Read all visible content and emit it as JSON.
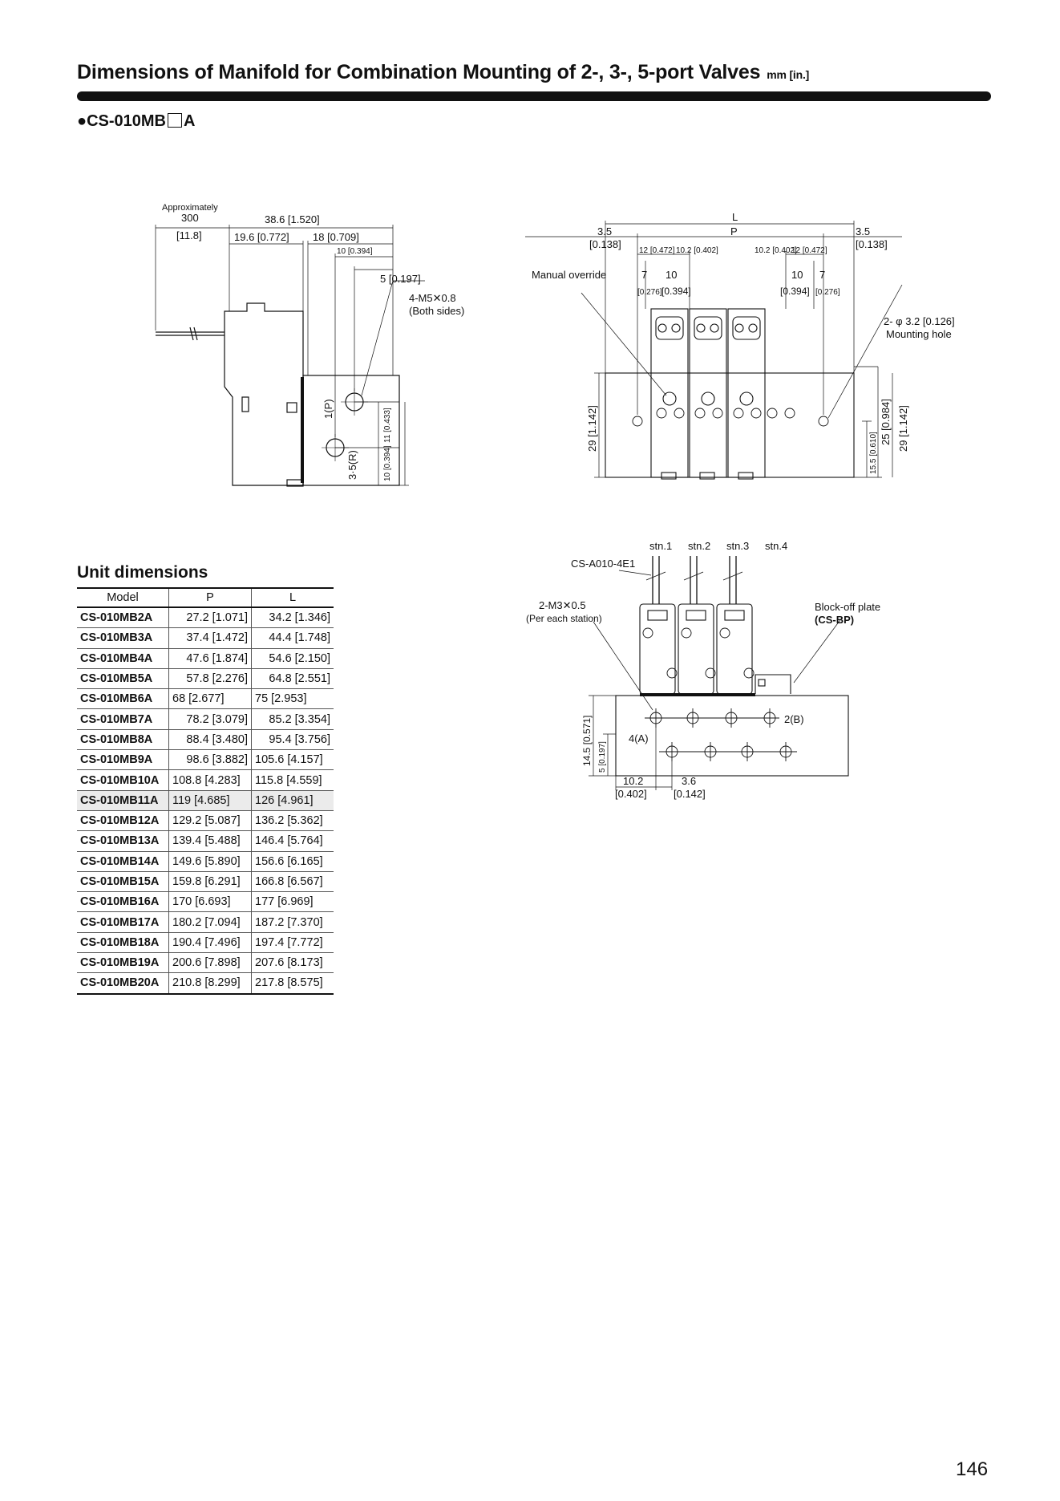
{
  "header": {
    "title": "Dimensions of Manifold for Combination Mounting of 2-, 3-, 5-port Valves",
    "unit": "mm [in.]",
    "model_prefix": "●CS-010MB",
    "model_suffix": "A"
  },
  "side_view": {
    "approx_label": "Approximately",
    "approx_mm": "300",
    "approx_in": "[11.8]",
    "dim_total": "38.6 [1.520]",
    "dim_a": "19.6 [0.772]",
    "dim_b": "18 [0.709]",
    "dim_c": "10 [0.394]",
    "dim_d": "5 [0.197]",
    "thread": "4-M5✕0.8",
    "thread_note": "(Both sides)",
    "port1": "1(P)",
    "port35": "3·5(R)",
    "dim_v1": "11 [0.433]",
    "dim_v2": "10 [0.394]"
  },
  "front_view": {
    "L": "L",
    "P": "P",
    "end_mm": "3.5",
    "end_in": "[0.138]",
    "d12": "12 [0.472]",
    "d102": "10.2 [0.402]",
    "d7": "7",
    "d7in": "[0.276]",
    "d10": "10",
    "d10in": "[0.394]",
    "manual_override": "Manual override",
    "mount_hole": "2- φ 3.2 [0.126]",
    "mount_hole_note": "Mounting hole",
    "h29": "29 [1.142]",
    "h25": "25 [0.984]",
    "h155": "15.5 [0.610]"
  },
  "top_view": {
    "stations": [
      "stn.1",
      "stn.2",
      "stn.3",
      "stn.4"
    ],
    "connector": "CS-A010-4E1",
    "screw": "2-M3✕0.5",
    "screw_note": "(Per each station)",
    "blockoff": "Block-off plate",
    "blockoff_code": "(CS-BP)",
    "port2": "2(B)",
    "port4": "4(A)",
    "h145": "14.5 [0.571]",
    "h5": "5 [0.197]",
    "w102_mm": "10.2",
    "w102_in": "[0.402]",
    "w36_mm": "3.6",
    "w36_in": "[0.142]"
  },
  "unit_dimensions": {
    "title": "Unit dimensions",
    "columns": [
      "Model",
      "P",
      "L"
    ],
    "rows": [
      [
        "CS-010MB2A",
        "27.2 [1.071]",
        "34.2 [1.346]"
      ],
      [
        "CS-010MB3A",
        "37.4 [1.472]",
        "44.4 [1.748]"
      ],
      [
        "CS-010MB4A",
        "47.6 [1.874]",
        "54.6 [2.150]"
      ],
      [
        "CS-010MB5A",
        "57.8 [2.276]",
        "64.8 [2.551]"
      ],
      [
        "CS-010MB6A",
        "68 [2.677]",
        "75 [2.953]"
      ],
      [
        "CS-010MB7A",
        "78.2 [3.079]",
        "85.2 [3.354]"
      ],
      [
        "CS-010MB8A",
        "88.4 [3.480]",
        "95.4 [3.756]"
      ],
      [
        "CS-010MB9A",
        "98.6 [3.882]",
        "105.6 [4.157]"
      ],
      [
        "CS-010MB10A",
        "108.8 [4.283]",
        "115.8 [4.559]"
      ],
      [
        "CS-010MB11A",
        "119 [4.685]",
        "126 [4.961]"
      ],
      [
        "CS-010MB12A",
        "129.2 [5.087]",
        "136.2 [5.362]"
      ],
      [
        "CS-010MB13A",
        "139.4 [5.488]",
        "146.4 [5.764]"
      ],
      [
        "CS-010MB14A",
        "149.6 [5.890]",
        "156.6 [6.165]"
      ],
      [
        "CS-010MB15A",
        "159.8 [6.291]",
        "166.8 [6.567]"
      ],
      [
        "CS-010MB16A",
        "170 [6.693]",
        "177 [6.969]"
      ],
      [
        "CS-010MB17A",
        "180.2 [7.094]",
        "187.2 [7.370]"
      ],
      [
        "CS-010MB18A",
        "190.4 [7.496]",
        "197.4 [7.772]"
      ],
      [
        "CS-010MB19A",
        "200.6 [7.898]",
        "207.6 [8.173]"
      ],
      [
        "CS-010MB20A",
        "210.8 [8.299]",
        "217.8 [8.575]"
      ]
    ]
  },
  "page_number": "146"
}
